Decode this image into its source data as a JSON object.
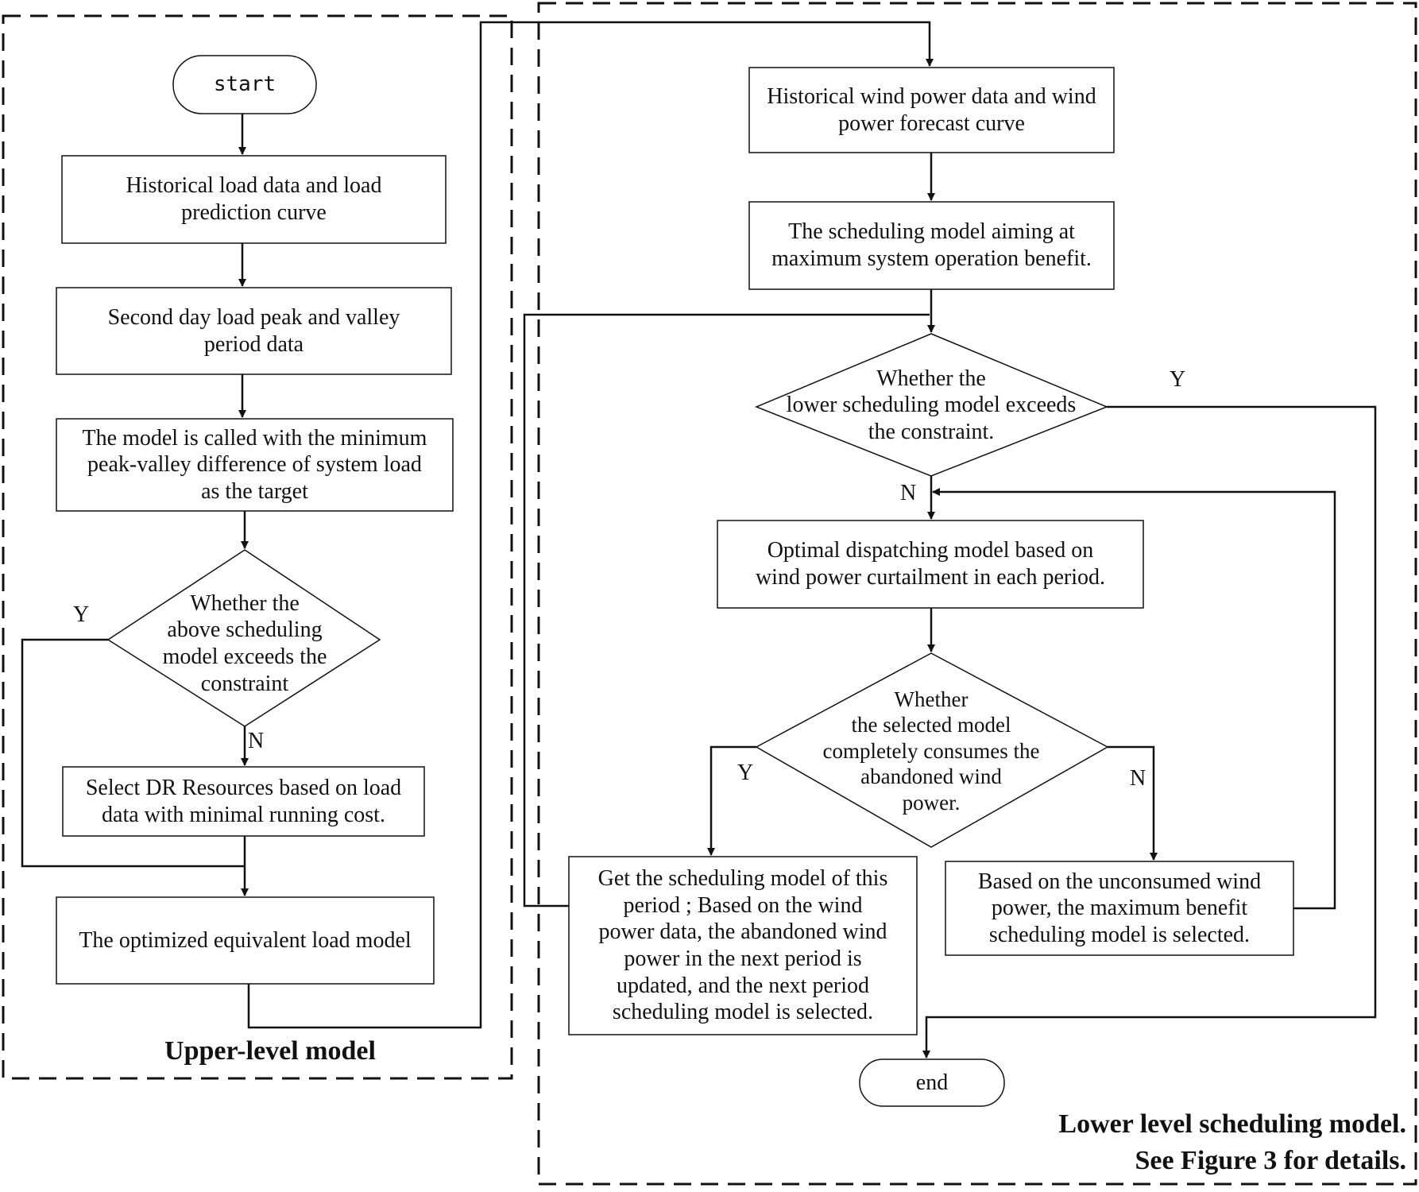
{
  "regions": {
    "upper_title": "Upper-level model",
    "lower_title": "Lower level scheduling model.\nSee Figure 3 for details."
  },
  "nodes": {
    "start": "start",
    "hist_load": "Historical load data and load\nprediction curve",
    "second_day": "Second day load peak and valley\nperiod data",
    "model_called": "The model is called with the minimum\npeak-valley difference of system load\nas the target",
    "decision_upper": "Whether the\nabove scheduling\nmodel exceeds the\nconstraint",
    "select_dr": "Select DR Resources based on load\ndata with minimal running cost.",
    "optimized": "The optimized equivalent load model",
    "hist_wind": "Historical wind power data and wind\npower forecast curve",
    "sched_max": "The scheduling model aiming at\nmaximum system operation benefit.",
    "decision_lower": "Whether the\nlower scheduling model exceeds\nthe constraint.",
    "optimal_dispatch": "Optimal dispatching model based on\nwind power curtailment in each period.",
    "decision_consume": "Whether\nthe selected model\ncompletely consumes the\nabandoned wind\npower.",
    "get_sched": "Get the scheduling model of this\nperiod ; Based on the wind\npower data, the abandoned wind\npower in the next period is\nupdated, and the next period\nscheduling model is selected.",
    "unconsumed": "Based on the unconsumed wind\npower, the maximum benefit\nscheduling model is selected.",
    "end": "end"
  },
  "branch_labels": {
    "upper_y": "Y",
    "upper_n": "N",
    "lower_y": "Y",
    "lower_n": "N",
    "consume_y": "Y",
    "consume_n": "N"
  }
}
